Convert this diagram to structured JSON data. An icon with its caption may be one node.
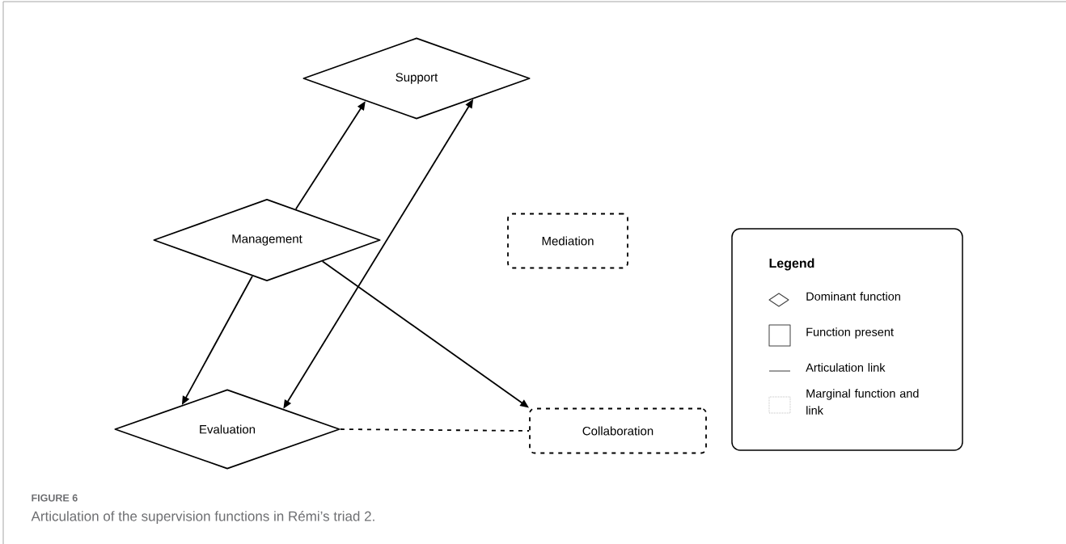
{
  "diagram": {
    "caption": "Articulation of the supervision functions in Rémi’s triad 2.",
    "nodes": [
      {
        "text": [
          "Support"
        ]
      },
      {
        "text": [
          "Management"
        ]
      },
      {
        "text": [
          "Mediation"
        ]
      },
      {
        "text": [
          "Evaluation"
        ]
      },
      {
        "text": [
          "Collaboration"
        ]
      }
    ],
    "edges": [
      {
        "from": 1,
        "to": 0,
        "arrow": "to"
      },
      {
        "from": 3,
        "to": 0,
        "arrow": "both"
      },
      {
        "from": 1,
        "to": 3,
        "arrow": "to"
      },
      {
        "from": 1,
        "to": 4,
        "arrow": "to"
      },
      {
        "from": 3,
        "to": 4,
        "arrow": "none",
        "style": "dashed"
      }
    ],
    "labels": [
      "Legend",
      "FIGURE 6"
    ],
    "legend": [
      {
        "text": "Dominant function"
      },
      {
        "text": "Function present"
      },
      {
        "text": "Articulation link"
      },
      {
        "text": "Marginal function and link"
      }
    ]
  }
}
